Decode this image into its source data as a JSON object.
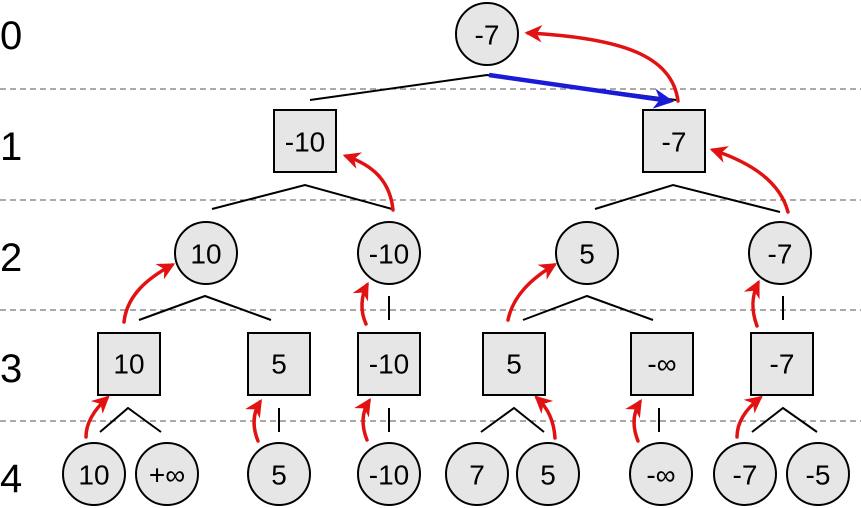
{
  "colors": {
    "background": "#ffffff",
    "node_fill": "#e6e6e6",
    "stroke": "#000000",
    "divider": "#555555",
    "backup_arrow": "#e31212",
    "best_move_arrow": "#1a1ad8"
  },
  "depth_labels": [
    "0",
    "1",
    "2",
    "3",
    "4"
  ],
  "nodes": {
    "root": {
      "value": "-7",
      "kind": "max",
      "depth": 0
    },
    "d1_left": {
      "value": "-10",
      "kind": "min",
      "depth": 1
    },
    "d1_right": {
      "value": "-7",
      "kind": "min",
      "depth": 1
    },
    "d2_a": {
      "value": "10",
      "kind": "max",
      "depth": 2
    },
    "d2_b": {
      "value": "-10",
      "kind": "max",
      "depth": 2
    },
    "d2_c": {
      "value": "5",
      "kind": "max",
      "depth": 2
    },
    "d2_d": {
      "value": "-7",
      "kind": "max",
      "depth": 2
    },
    "d3_a": {
      "value": "10",
      "kind": "min",
      "depth": 3
    },
    "d3_b": {
      "value": "5",
      "kind": "min",
      "depth": 3
    },
    "d3_c": {
      "value": "-10",
      "kind": "min",
      "depth": 3
    },
    "d3_d": {
      "value": "5",
      "kind": "min",
      "depth": 3
    },
    "d3_e": {
      "value": "-∞",
      "kind": "min",
      "depth": 3
    },
    "d3_f": {
      "value": "-7",
      "kind": "min",
      "depth": 3
    },
    "d4_a": {
      "value": "10",
      "kind": "leaf",
      "depth": 4
    },
    "d4_b": {
      "value": "+∞",
      "kind": "leaf",
      "depth": 4
    },
    "d4_c": {
      "value": "5",
      "kind": "leaf",
      "depth": 4
    },
    "d4_d": {
      "value": "-10",
      "kind": "leaf",
      "depth": 4
    },
    "d4_e": {
      "value": "7",
      "kind": "leaf",
      "depth": 4
    },
    "d4_f": {
      "value": "5",
      "kind": "leaf",
      "depth": 4
    },
    "d4_g": {
      "value": "-∞",
      "kind": "leaf",
      "depth": 4
    },
    "d4_h": {
      "value": "-7",
      "kind": "leaf",
      "depth": 4
    },
    "d4_i": {
      "value": "-5",
      "kind": "leaf",
      "depth": 4
    }
  }
}
